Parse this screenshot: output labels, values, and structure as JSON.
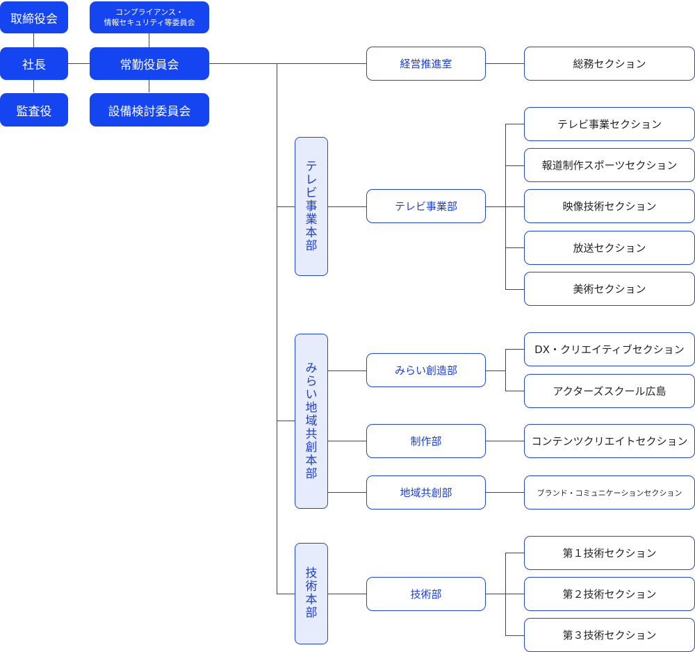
{
  "board": "取締役会",
  "president": "社長",
  "auditor": "監査役",
  "compliance_line1": "コンプライアンス・",
  "compliance_line2": "情報セキュリティ等委員会",
  "executive": "常勤役員会",
  "facility": "設備検討委員会",
  "hq_tv": "テレビ事業本部",
  "hq_mirai": "みらい地域共創本部",
  "hq_tech": "技術本部",
  "depts": {
    "keiei": "経営推進室",
    "tv": "テレビ事業部",
    "mirai": "みらい創造部",
    "seisaku": "制作部",
    "chiiki": "地域共創部",
    "gijutsu": "技術部"
  },
  "sections": {
    "somu": "総務セクション",
    "tv": "テレビ事業セクション",
    "hodo": "報道制作スポーツセクション",
    "eizo": "映像技術セクション",
    "hoso": "放送セクション",
    "bijutsu": "美術セクション",
    "dx": "DX・クリエイティブセクション",
    "actors": "アクターズスクール広島",
    "contents": "コンテンツクリエイトセクション",
    "brand": "ブランド・コミュニケーションセクション",
    "tech1": "第１技術セクション",
    "tech2": "第２技術セクション",
    "tech3": "第３技術セクション"
  },
  "colors": {
    "primary": "#1545f0",
    "outline": "#1f46d6",
    "hq_fill": "#e6ecfb",
    "line": "#444444"
  }
}
